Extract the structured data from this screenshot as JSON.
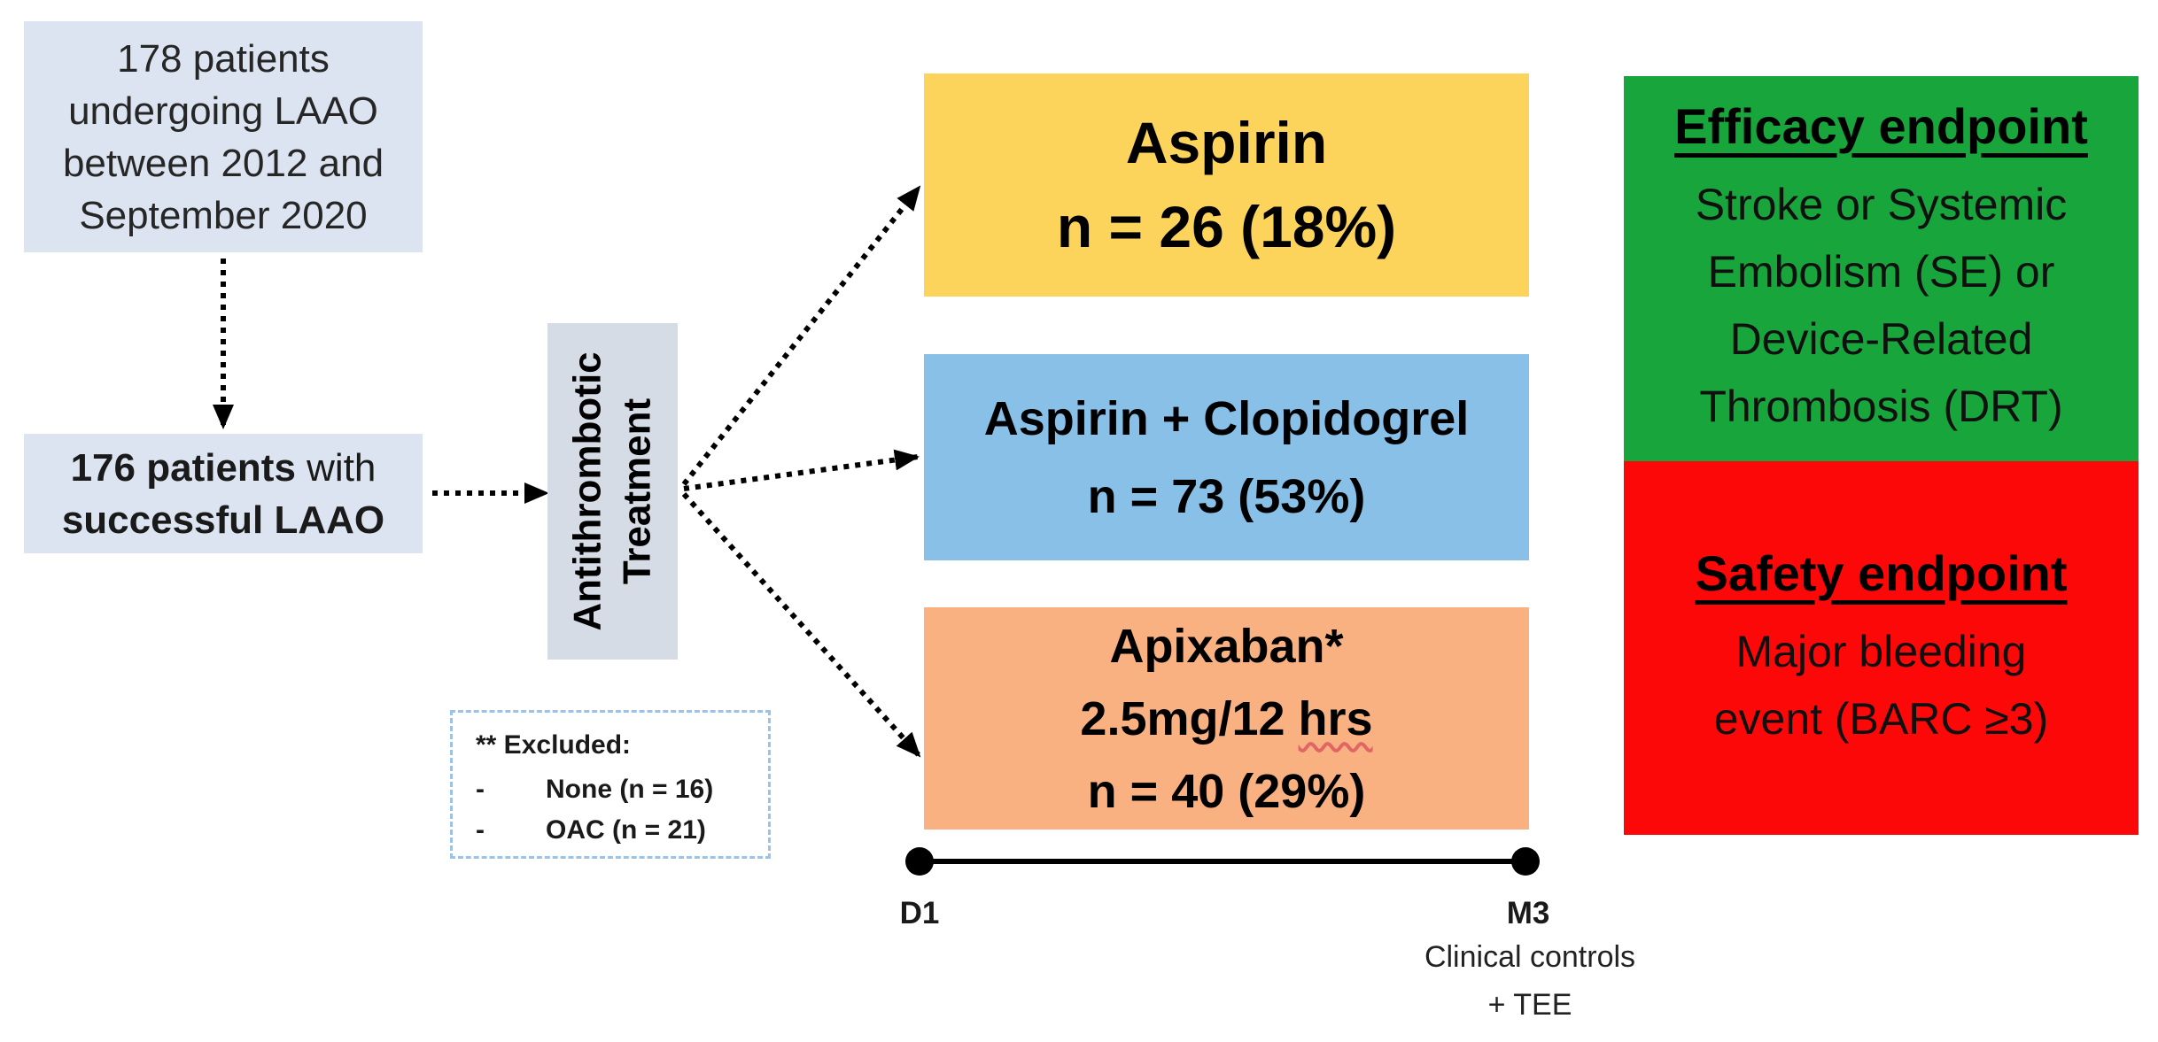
{
  "colors": {
    "light_blue_box": "#dbe4f0",
    "treatment_box": "#d6dce6",
    "aspirin_box": "#fcd45c",
    "clopidogrel_box": "#88c0e8",
    "apixaban_box": "#f9b181",
    "efficacy_box": "#17a53c",
    "safety_box": "#fc0808",
    "excluded_border": "#9cc3e5",
    "arrow": "#000000",
    "spellcheck_underline": "#e06666"
  },
  "flow": {
    "enrollment": {
      "lines": [
        "178 patients",
        "undergoing LAAO",
        "between 2012 and",
        "September 2020"
      ]
    },
    "successful": {
      "bold_start": "176 patients",
      "regular_mid": " with",
      "bold_end": "successful LAAO"
    },
    "treatment": {
      "line1": "Antithrombotic",
      "line2": "Treatment"
    },
    "excluded": {
      "title": "** Excluded:",
      "items": [
        {
          "bullet": "-",
          "label": "None (n = 16)"
        },
        {
          "bullet": "-",
          "label": "OAC (n = 21)"
        }
      ]
    }
  },
  "arms": {
    "aspirin": {
      "name": "Aspirin",
      "n": "n = 26 (18%)"
    },
    "aspirin_clopidogrel": {
      "name": "Aspirin + Clopidogrel",
      "n": "n = 73 (53%)"
    },
    "apixaban": {
      "name": "Apixaban*",
      "dose_prefix": "2.5mg/12 ",
      "dose_unit": "hrs",
      "n": "n = 40 (29%)"
    }
  },
  "timeline": {
    "start": "D1",
    "end": "M3",
    "note1": "Clinical controls",
    "note2": "+ TEE"
  },
  "endpoints": {
    "efficacy": {
      "title": "Efficacy endpoint",
      "lines": [
        "Stroke or Systemic",
        "Embolism (SE) or",
        "Device-Related",
        "Thrombosis (DRT)"
      ]
    },
    "safety": {
      "title": "Safety endpoint",
      "lines": [
        "Major bleeding",
        "event (BARC ≥3)"
      ]
    }
  }
}
